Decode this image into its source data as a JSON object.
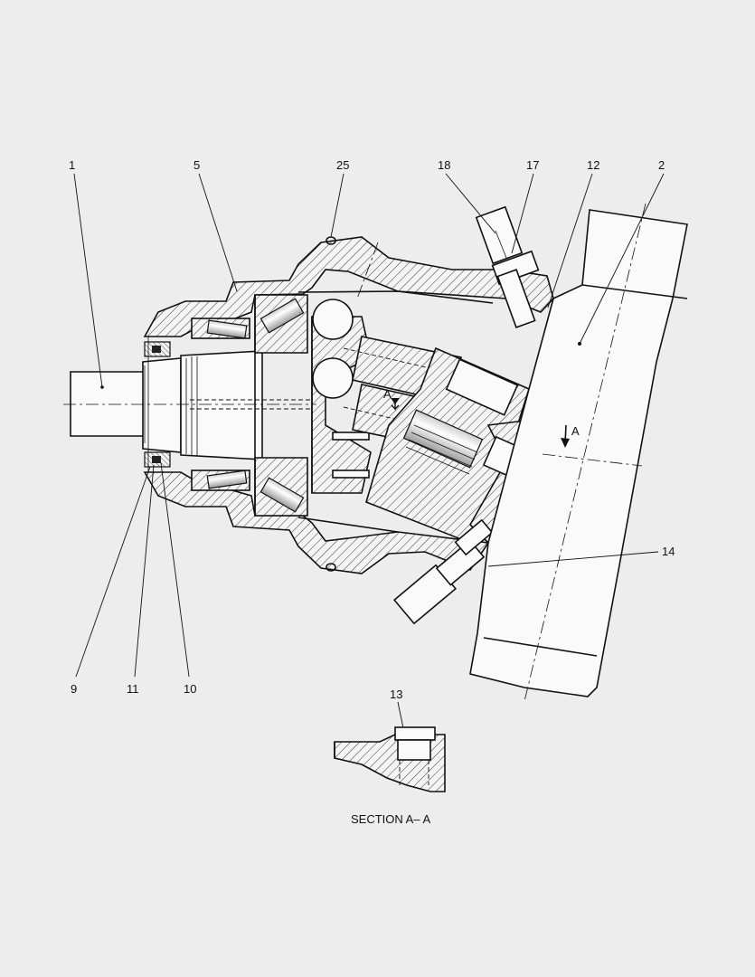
{
  "callouts": {
    "c1": "1",
    "c5": "5",
    "c25": "25",
    "c18": "18",
    "c17": "17",
    "c12": "12",
    "c2": "2",
    "c14": "14",
    "c9": "9",
    "c11": "11",
    "c10": "10",
    "c13": "13"
  },
  "section_marks": {
    "a_left": "A",
    "a_right": "A"
  },
  "caption": "SECTION A– A",
  "colors": {
    "background": "#ededed",
    "line": "#111111",
    "part_fill": "#fafafa"
  }
}
